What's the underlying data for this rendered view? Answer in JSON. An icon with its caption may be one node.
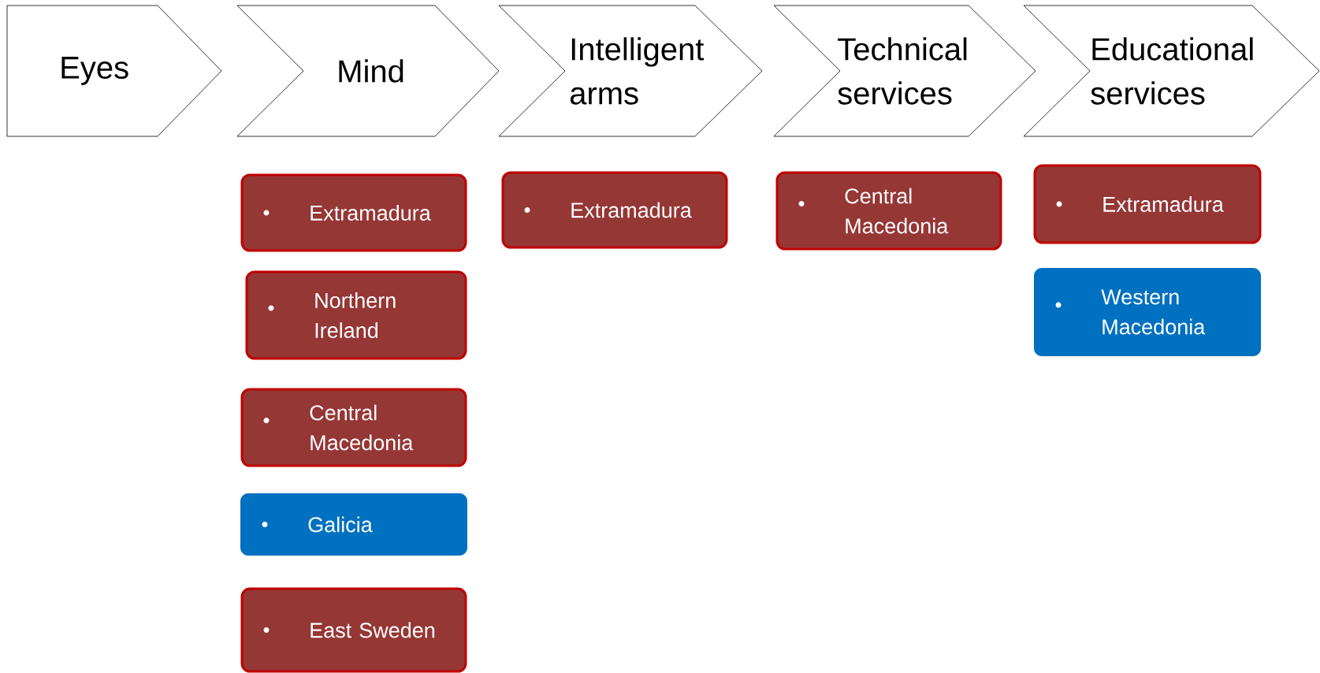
{
  "diagram": {
    "nodes": [
      {
        "text": [
          "Eyes"
        ]
      },
      {
        "text": [
          "Mind"
        ]
      },
      {
        "text": [
          "Intelligent arms"
        ]
      },
      {
        "text": [
          "Technical services"
        ]
      },
      {
        "text": [
          "Educational services"
        ]
      },
      {
        "text": [
          "Extramadura"
        ]
      },
      {
        "text": [
          "Northern Ireland"
        ]
      },
      {
        "text": [
          "Central Macedonia"
        ]
      },
      {
        "text": [
          "Galicia"
        ]
      },
      {
        "text": [
          "East Sweden"
        ]
      },
      {
        "text": [
          "Extramadura"
        ]
      },
      {
        "text": [
          "Central Macedonia"
        ]
      },
      {
        "text": [
          "Extramadura"
        ]
      },
      {
        "text": [
          "Western Macedonia"
        ]
      }
    ]
  }
}
